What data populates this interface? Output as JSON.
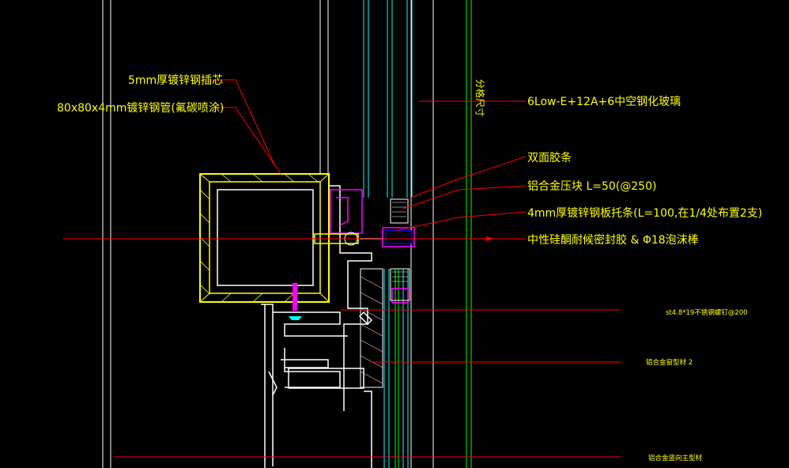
{
  "drawing": {
    "background_color": "#000000",
    "colors": {
      "annotation": "#ffff00",
      "leader": "#ff0000",
      "steel_tube": "#ffff00",
      "aluminum_profile": "#ffffff",
      "glass_lines": "#00ffff",
      "grid_lines": "#00ff00",
      "gasket": "#ff00ff",
      "foam_rod": "#0000ff",
      "insulation": "#ffaaff"
    },
    "labels": {
      "steel_insert": "5mm厚镀锌钢插芯",
      "steel_tube": "80x80x4mm镀锌钢管(氟碳喷涂)",
      "glass": "6Low-E+12A+6中空钢化玻璃",
      "double_tape": "双面胶条",
      "pressure_block": "铝合金压块 L=50(@250)",
      "support_plate": "4mm厚镀锌钢板托条(L=100,在1/4处布置2支)",
      "sealant": "中性硅酮耐候密封胶 & Φ18泡沫棒",
      "screw": "st4.8*19不锈钢螺钉@200",
      "profile_2": "铝合金窗型材 2",
      "main_profile": "铝合金竖向主型材",
      "module_size": "分格尺寸"
    }
  }
}
